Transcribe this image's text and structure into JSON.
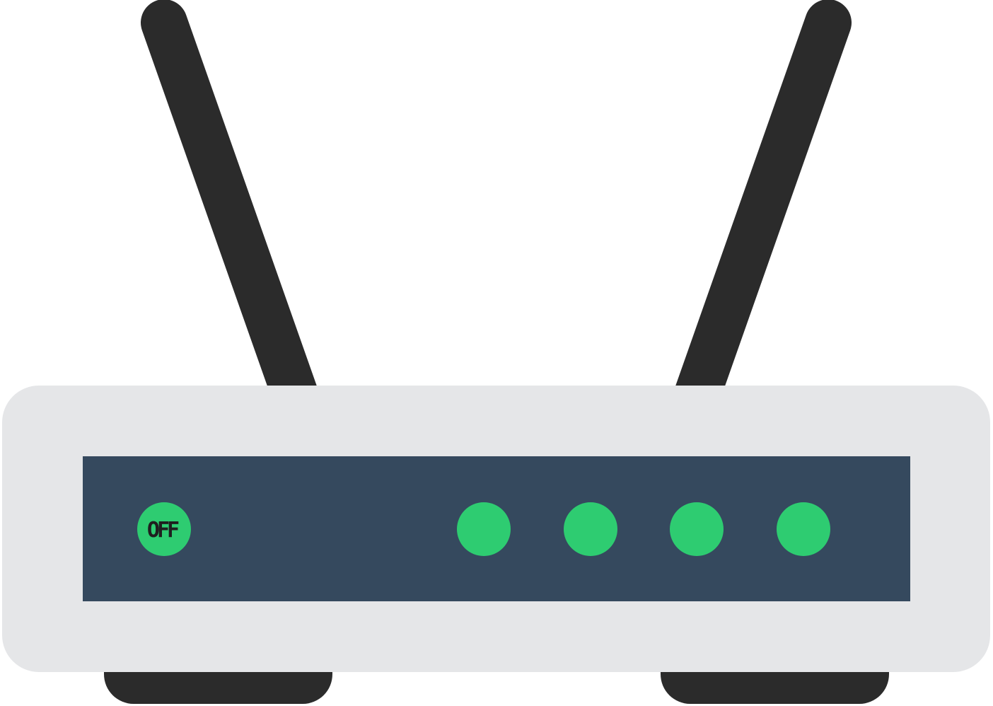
{
  "illustration": {
    "subject": "wifi-router-icon",
    "colors": {
      "background": "#ffffff",
      "antenna": "#2b2b2b",
      "foot": "#2b2b2b",
      "body": "#e5e6e8",
      "panel": "#35495e",
      "led": "#2ecc71",
      "label_text": "#1f1f1f"
    }
  },
  "power_button": {
    "label": "OFF"
  },
  "leds": [
    {
      "name": "led-1",
      "state": "on"
    },
    {
      "name": "led-2",
      "state": "on"
    },
    {
      "name": "led-3",
      "state": "on"
    },
    {
      "name": "led-4",
      "state": "on"
    }
  ]
}
